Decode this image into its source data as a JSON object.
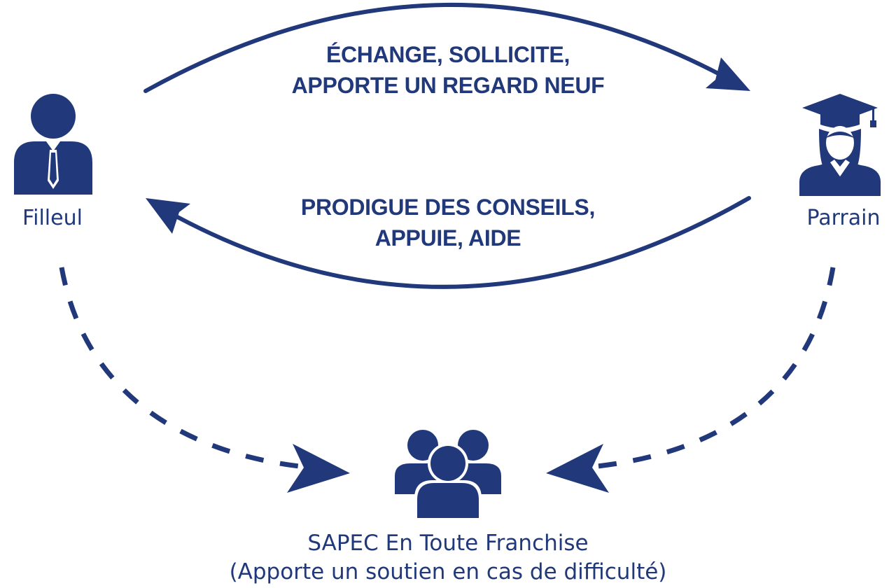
{
  "colors": {
    "primary": "#21397a"
  },
  "icons": {
    "filleul": "businessman-tie-icon",
    "parrain": "graduate-cap-icon",
    "group": "group-people-icon"
  },
  "nodes": {
    "filleul": {
      "label": "Filleul"
    },
    "parrain": {
      "label": "Parrain"
    },
    "group": {
      "line1": "SAPEC En Toute Franchise",
      "line2": "(Apporte un soutien en cas de difficulté)"
    }
  },
  "edges": {
    "top": {
      "line1": "ÉCHANGE, SOLLICITE,",
      "line2": "APPORTE UN REGARD NEUF"
    },
    "bottom": {
      "line1": "PRODIGUE DES CONSEILS,",
      "line2": "APPUIE, AIDE"
    }
  }
}
